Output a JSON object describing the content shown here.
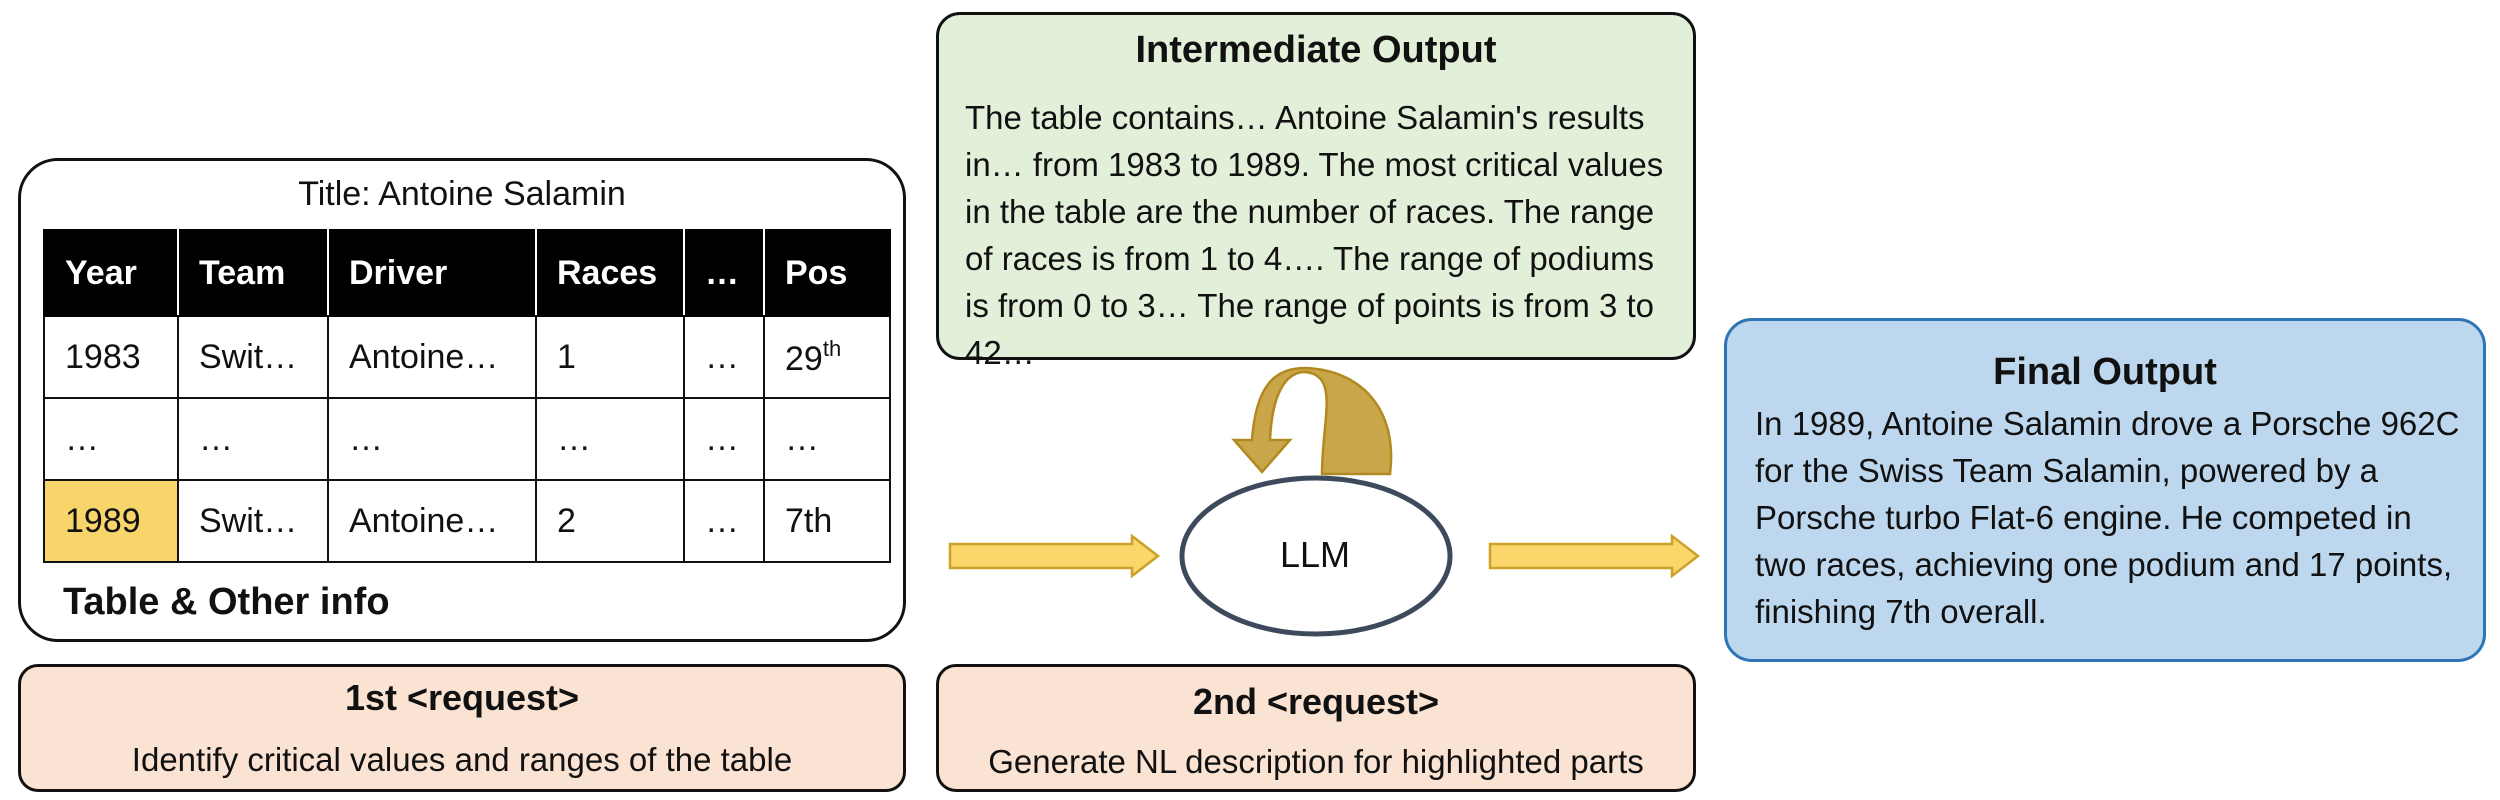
{
  "table_panel": {
    "title": "Title: Antoine Salamin",
    "headers": [
      "Year",
      "Team",
      "Driver",
      "Races",
      "…",
      "Pos"
    ],
    "rows": [
      [
        "1983",
        "Swit…",
        "Antoine…",
        "1",
        "…",
        "29"
      ],
      [
        "…",
        "…",
        "…",
        "…",
        "…",
        "…"
      ],
      [
        "1989",
        "Swit…",
        "Antoine…",
        "2",
        "…",
        "7th"
      ]
    ],
    "row1_pos_suffix": "th",
    "highlight_color": "#f8d56b",
    "caption": "Table & Other info"
  },
  "request1": {
    "title": "1st <request>",
    "text": "Identify critical values and ranges of the table"
  },
  "request2": {
    "title": "2nd <request>",
    "text": "Generate NL description for highlighted parts"
  },
  "intermediate": {
    "title": "Intermediate Output",
    "text": "The table contains… Antoine Salamin's results in… from 1983 to 1989. The most critical values in the table are the number of races. The range of races is from 1 to 4…. The range of podiums is from 0 to 3… The range of points is from 3 to 42…"
  },
  "llm": {
    "label": "LLM"
  },
  "final": {
    "title": "Final Output",
    "text": "In 1989, Antoine Salamin drove a Porsche 962C for the Swiss Team Salamin, powered by a Porsche turbo Flat-6 engine. He competed in two races, achieving one podium and 17 points, finishing 7th overall."
  },
  "colors": {
    "request_fill": "#fbe3d4",
    "intermediate_fill": "#e2efd9",
    "final_fill": "#bdd7ee",
    "arrow_fill": "#fad66b"
  }
}
